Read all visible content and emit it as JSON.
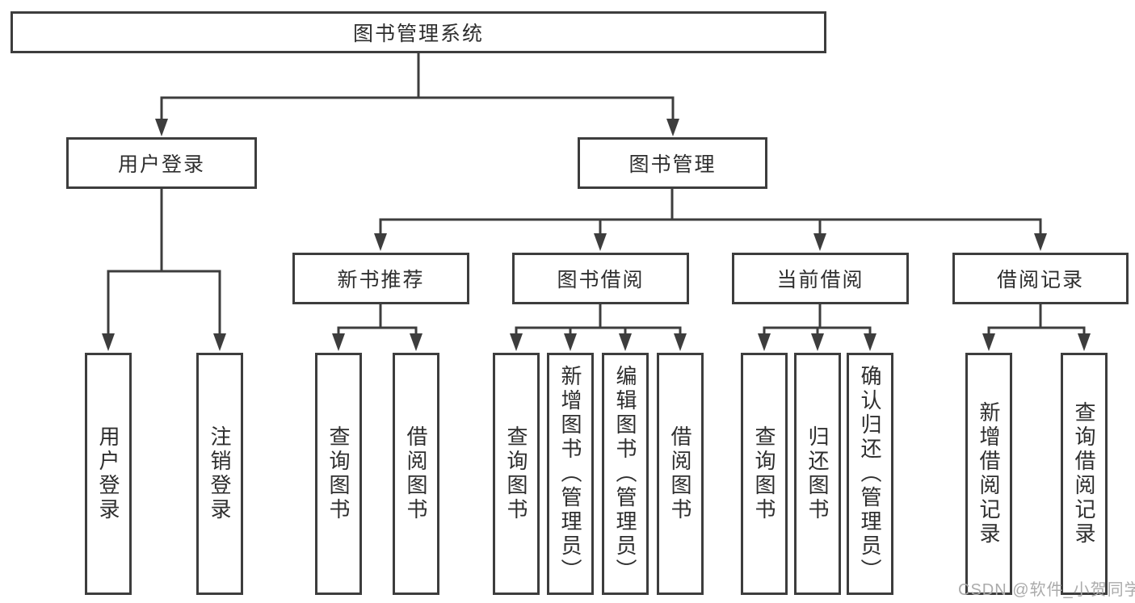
{
  "colors": {
    "line": "#3d3d3d",
    "box_border": "#3d3d3d",
    "text": "#2e2e2e",
    "watermark": "#ababab",
    "background": "#ffffff"
  },
  "nodes": {
    "root": "图书管理系统",
    "level2": [
      "用户登录",
      "图书管理"
    ],
    "level3": [
      "新书推荐",
      "图书借阅",
      "当前借阅",
      "借阅记录"
    ],
    "leaves": {
      "login": [
        "用户登录",
        "注销登录"
      ],
      "newbook": [
        "查询图书",
        "借阅图书"
      ],
      "borrow": [
        "查询图书",
        "新增图书（管理员）",
        "编辑图书（管理员）",
        "借阅图书"
      ],
      "current": [
        "查询图书",
        "归还图书",
        "确认归还（管理员）"
      ],
      "records": [
        "新增借阅记录",
        "查询借阅记录"
      ]
    }
  },
  "watermark": {
    "text": "CSDN @软件_小贺同学"
  }
}
